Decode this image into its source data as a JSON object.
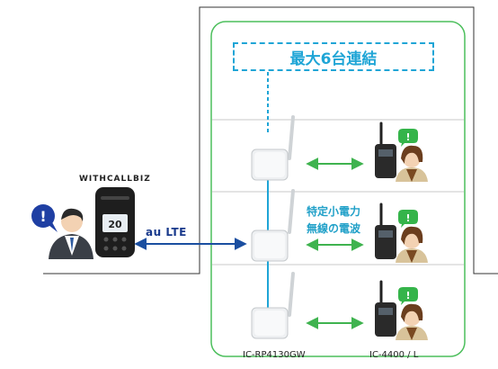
{
  "title": "最大6台連結",
  "brand": "WITHCALLBIZ",
  "lte_label": "au LTE",
  "radio_label_line1": "特定小電力",
  "radio_label_line2": "無線の電波",
  "repeater_model": "IC-RP4130GW",
  "radio_model": "IC-4400 / L",
  "handset_display": "20",
  "alert_glyph": "!",
  "colors": {
    "accent_blue": "#1fa5d6",
    "group_border": "#4cbf5c",
    "radio_link": "#3fb34f",
    "lte_link": "#1a4ea0",
    "alert_blue": "#1f3fa3",
    "alert_green": "#35b44a"
  }
}
